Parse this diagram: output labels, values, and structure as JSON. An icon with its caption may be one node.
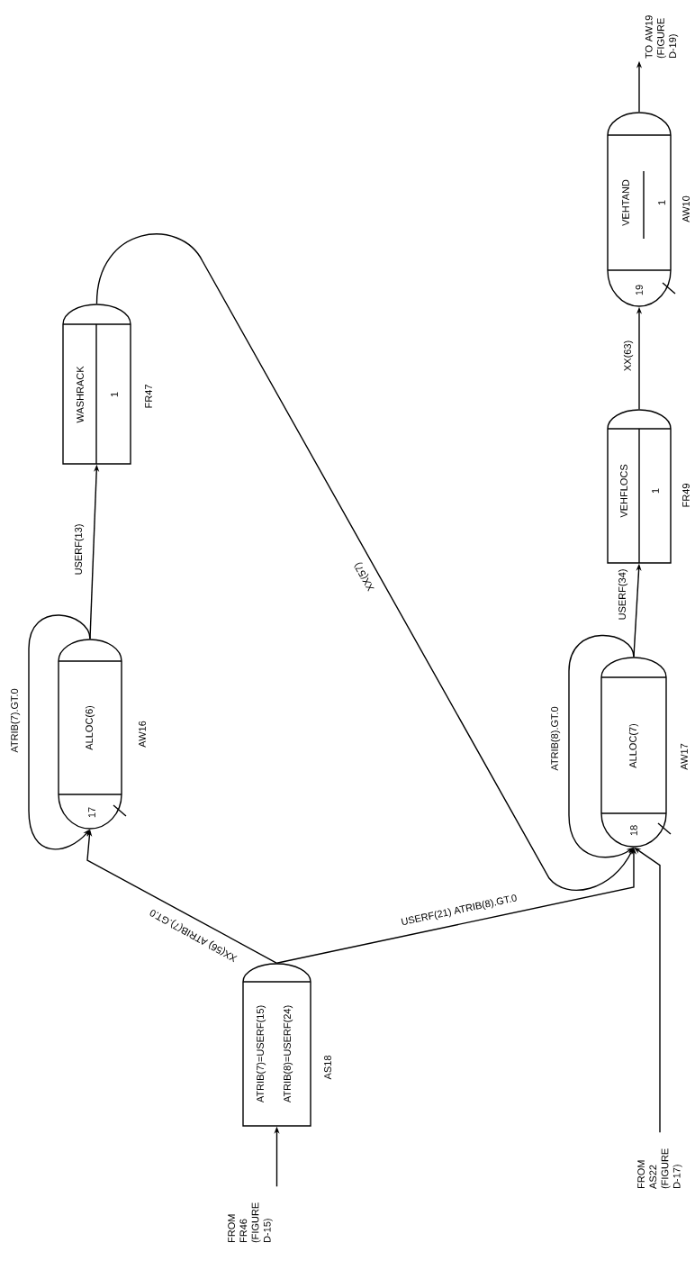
{
  "diagram": {
    "nodes": [
      {
        "text": [
          "ATRIB(7)=USERF(15)",
          "ATRIB(8)=USERF(24)"
        ],
        "beside": [
          "AS18"
        ]
      },
      {
        "text": [
          "17",
          "ALLOC(6)"
        ],
        "beside": [
          "AW16"
        ]
      },
      {
        "text": [
          "WASHRACK",
          "1"
        ],
        "beside": [
          "FR47"
        ]
      },
      {
        "text": [
          "18",
          "ALLOC(7)"
        ],
        "beside": [
          "AW17"
        ]
      },
      {
        "text": [
          "VEHFLOCS",
          "1"
        ],
        "beside": [
          "FR49"
        ]
      },
      {
        "text": [
          "19",
          "VEHTAND",
          "1"
        ],
        "beside": [
          "AW10"
        ]
      },
      {
        "text": [
          "FROM FR46 (FIGURE D-15)"
        ]
      },
      {
        "text": [
          "FROM AS22 (FIGURE D-17)"
        ]
      },
      {
        "text": [
          "TO AW19 (FIGURE D-19)"
        ]
      }
    ],
    "edges": [
      {
        "from": 6,
        "to": 0,
        "arrow": "to"
      },
      {
        "from": 0,
        "to": 1,
        "arrow": "to",
        "label": "XX(56) ATRIB(7).GT.0"
      },
      {
        "from": 0,
        "to": 3,
        "arrow": "to",
        "label": "USERF(21) ATRIB(8).GT.0"
      },
      {
        "from": 1,
        "to": 1,
        "arrow": "to",
        "label": "ATRIB(7).GT.0"
      },
      {
        "from": 1,
        "to": 2,
        "arrow": "to",
        "label": "USERF(13)"
      },
      {
        "from": 2,
        "to": 3,
        "arrow": "to",
        "label": "XX(57)"
      },
      {
        "from": 3,
        "to": 3,
        "arrow": "to",
        "label": "ATRIB(8).GT.0"
      },
      {
        "from": 3,
        "to": 4,
        "arrow": "to",
        "label": "USERF(34)"
      },
      {
        "from": 4,
        "to": 5,
        "arrow": "to",
        "label": "XX(63)"
      },
      {
        "from": 7,
        "to": 3,
        "arrow": "to"
      },
      {
        "from": 5,
        "to": 8,
        "arrow": "to"
      }
    ]
  }
}
